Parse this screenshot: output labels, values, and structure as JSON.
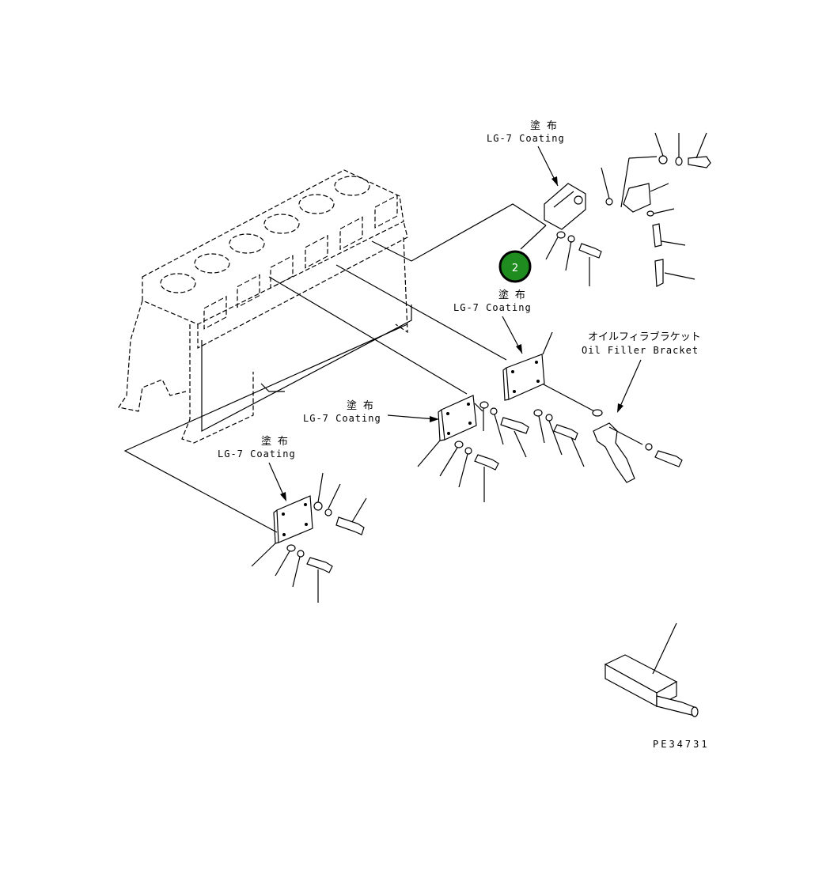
{
  "labels": {
    "coating_jp": "塗 布",
    "coating_en": "LG-7 Coating",
    "oil_filler_jp": "オイルフィラブラケット",
    "oil_filler_en": "Oil Filler Bracket",
    "drawing_number": "PE34731"
  },
  "callout": {
    "number": "2",
    "color": "#1e8c1e"
  }
}
